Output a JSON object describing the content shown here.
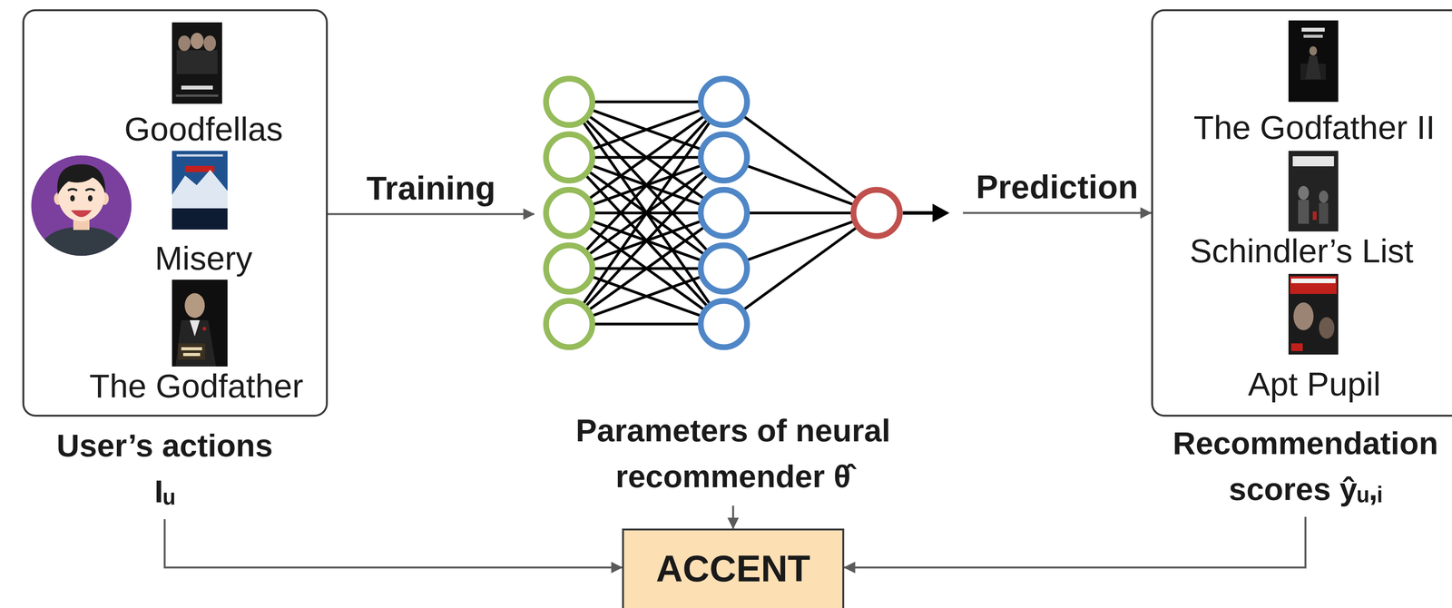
{
  "diagram": {
    "nodes": [
      {
        "text": [
          "Goodfellas",
          "Misery",
          "The Godfather",
          "User’s actions Iᵤ"
        ]
      },
      {
        "text": [
          "Parameters of neural recommender θ̂"
        ]
      },
      {
        "text": [
          "The Godfather II",
          "Schindler’s List",
          "Apt Pupil",
          "Recommendation scores ŷᵤ,ᵢ"
        ]
      },
      {
        "text": [
          "ACCENT"
        ]
      }
    ],
    "edges": [
      {
        "from": 0,
        "to": 1,
        "arrow": "to",
        "label": "Training"
      },
      {
        "from": 1,
        "to": 2,
        "arrow": "to",
        "label": "Prediction"
      },
      {
        "from": 0,
        "to": 3,
        "arrow": "to"
      },
      {
        "from": 1,
        "to": 3,
        "arrow": "to"
      },
      {
        "from": 2,
        "to": 3,
        "arrow": "to"
      }
    ]
  }
}
